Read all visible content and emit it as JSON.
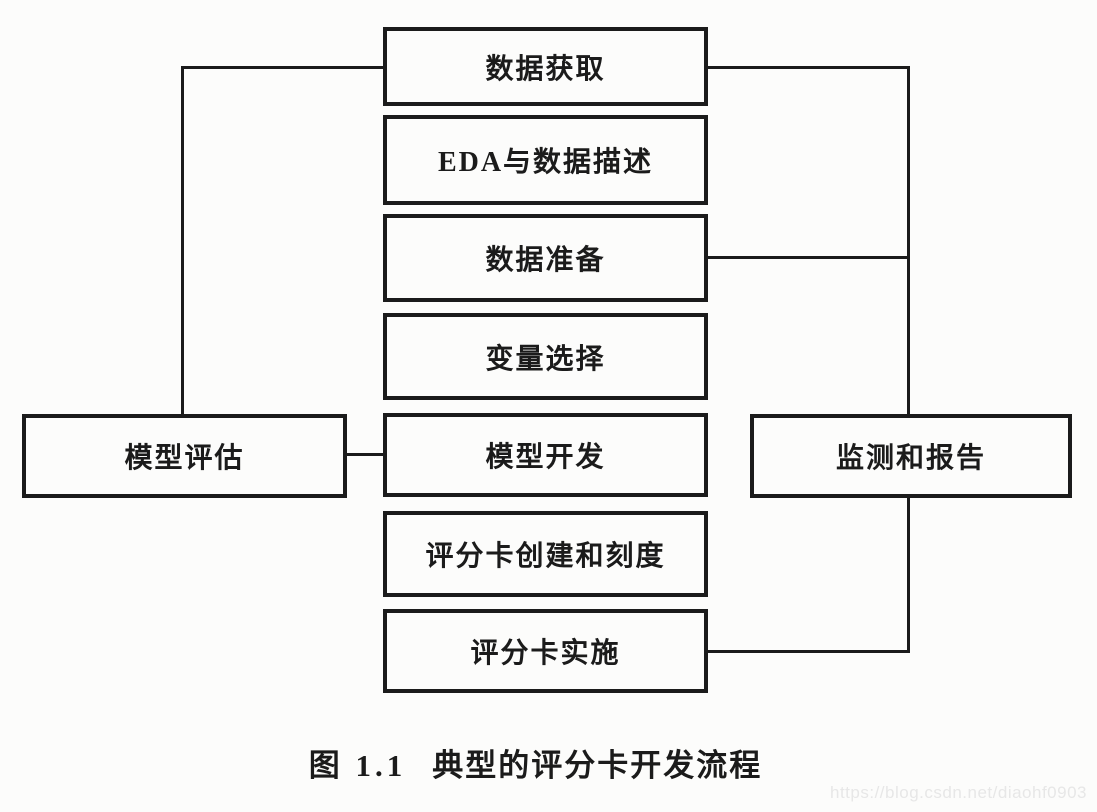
{
  "diagram": {
    "center_nodes": [
      {
        "label": "数据获取"
      },
      {
        "label": "EDA与数据描述"
      },
      {
        "label": "数据准备"
      },
      {
        "label": "变量选择"
      },
      {
        "label": "模型开发"
      },
      {
        "label": "评分卡创建和刻度"
      },
      {
        "label": "评分卡实施"
      }
    ],
    "left_node": {
      "label": "模型评估"
    },
    "right_node": {
      "label": "监测和报告"
    },
    "colors": {
      "line": "#1b1b1b",
      "text": "#1b1b1b",
      "background": "#fcfcfb",
      "watermark": "#e7e7e7"
    }
  },
  "caption": {
    "figure_label": "图 1.1",
    "title": "典型的评分卡开发流程"
  },
  "watermark": {
    "text": "https://blog.csdn.net/diaohf0903"
  }
}
